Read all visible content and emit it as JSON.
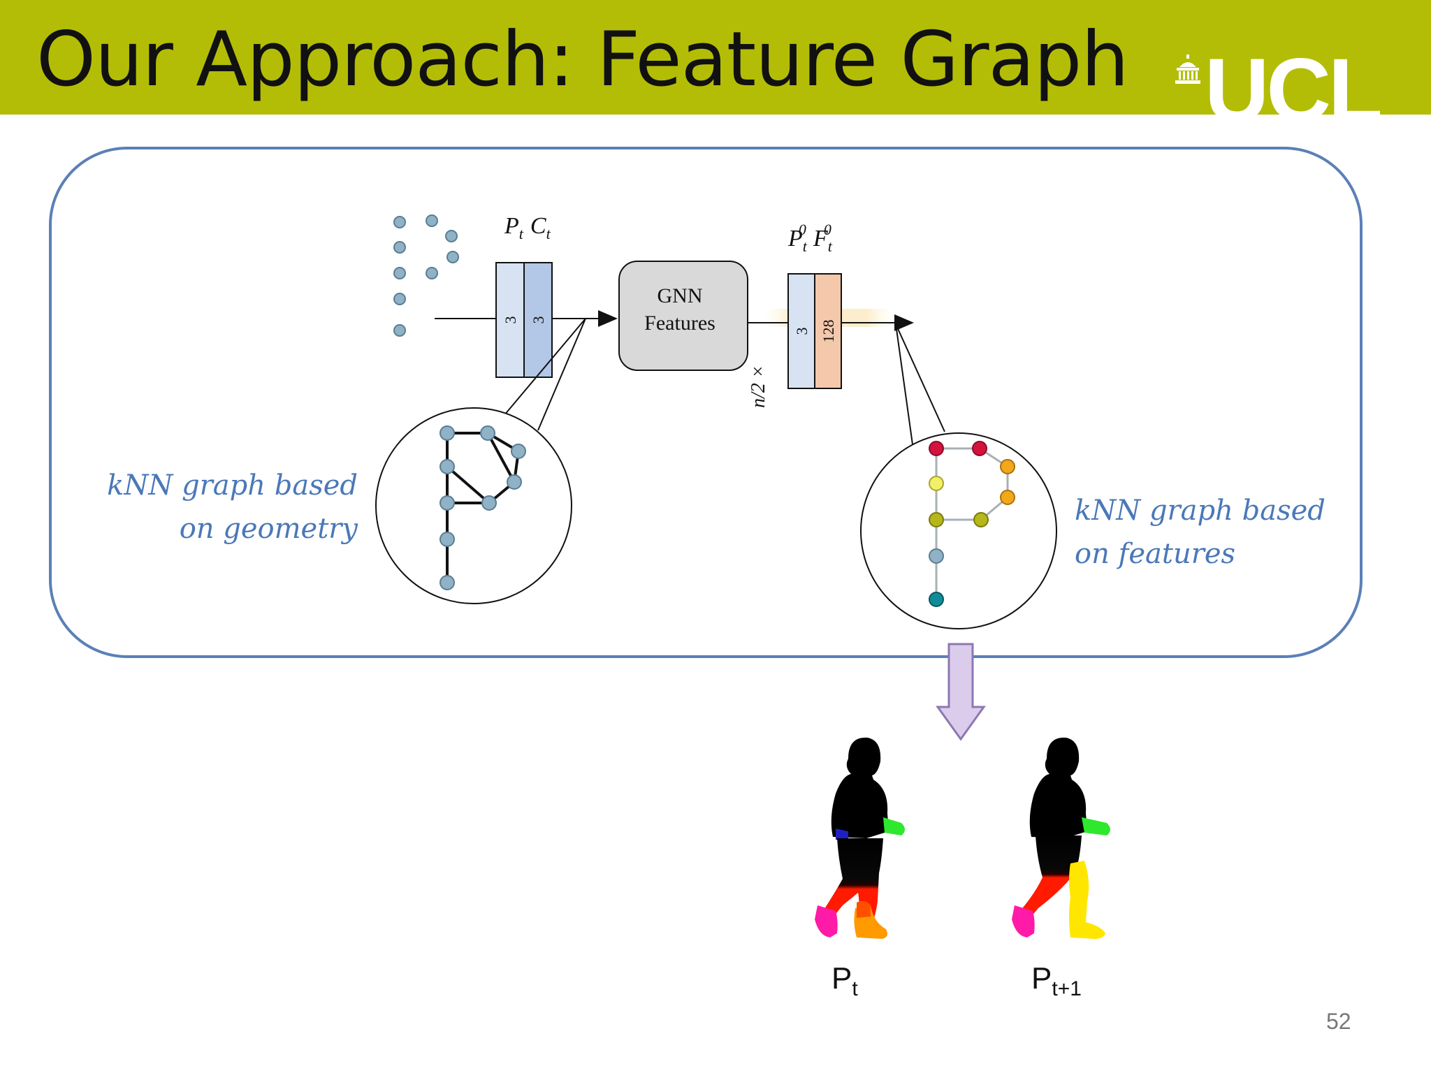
{
  "slide": {
    "title": "Our Approach: Feature Graph",
    "logo_text": "UCL",
    "page_number": "52"
  },
  "diagram": {
    "input_block_labels": [
      "P",
      "t",
      "C",
      "t"
    ],
    "input_channels": [
      "3",
      "3"
    ],
    "gnn_box": {
      "line1": "GNN",
      "line2": "Features"
    },
    "repeat_label": "n/2 ×",
    "output_block_labels": [
      "P",
      "t",
      "0",
      "F",
      "t",
      "0"
    ],
    "output_channels": [
      "3",
      "128"
    ],
    "left_note": {
      "line1": "kNN graph based",
      "line2": "on geometry"
    },
    "right_note": {
      "line1": "kNN graph based",
      "line2": "on features"
    }
  },
  "frames": {
    "left": {
      "base": "P",
      "sub": "t"
    },
    "right": {
      "base": "P",
      "sub": "t+1"
    }
  },
  "colors": {
    "header": "#b3bd06",
    "panel_border": "#5b80b6",
    "annotation": "#4a78b8",
    "node_blue": "#8fb2c6",
    "block_light": "#d7e2f2",
    "block_mid": "#b3c7e6",
    "block_feature": "#f4c8ab",
    "gnn_fill": "#d9d9d9",
    "arrow_fill": "#dcccec",
    "arrow_stroke": "#8c78b4"
  }
}
